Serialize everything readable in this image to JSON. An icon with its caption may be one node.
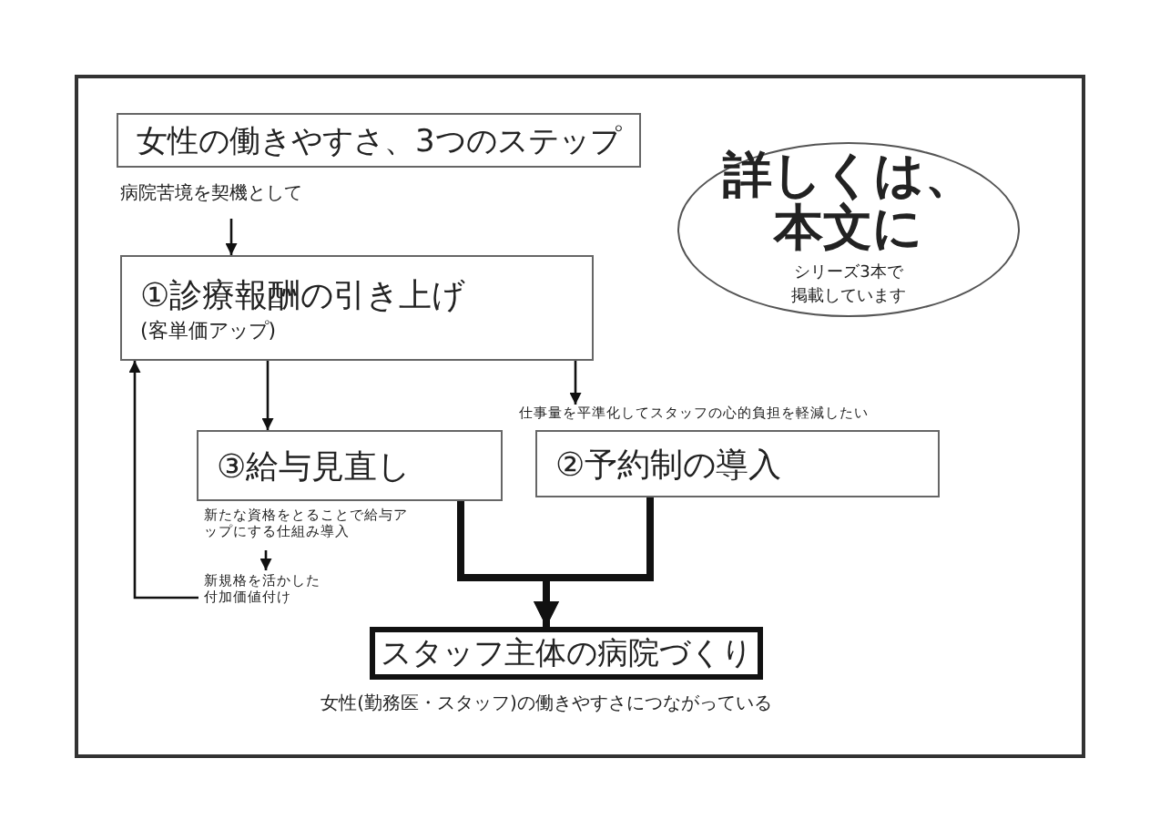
{
  "diagram": {
    "nodes": [
      {
        "text": [
          "女性の働きやすさ、3つのステップ"
        ]
      },
      {
        "text": [
          "病院苦境を契機として"
        ]
      },
      {
        "text": [
          "①診療報酬の引き上げ",
          "(客単価アップ)"
        ]
      },
      {
        "text": [
          "詳しくは、本文に",
          "シリーズ3本で掲載しています"
        ]
      },
      {
        "text": [
          "仕事量を平準化してスタッフの心的負担を軽減したい"
        ]
      },
      {
        "text": [
          "②予約制の導入"
        ]
      },
      {
        "text": [
          "③給与見直し"
        ]
      },
      {
        "text": [
          "新たな資格をとることで給与アップにする仕組み導入"
        ]
      },
      {
        "text": [
          "新規格を活かした付加価値付け"
        ]
      },
      {
        "text": [
          "スタッフ主体の病院づくり"
        ]
      }
    ],
    "edges": [
      {
        "from": 1,
        "to": 2,
        "arrow": "to"
      },
      {
        "from": 2,
        "to": 4,
        "arrow": "to"
      },
      {
        "from": 2,
        "to": 6,
        "arrow": "to"
      },
      {
        "from": 7,
        "to": 8,
        "arrow": "to"
      },
      {
        "from": 8,
        "to": 2,
        "arrow": "to"
      },
      {
        "from": 6,
        "to": 9,
        "arrow": "to",
        "style": "thick"
      },
      {
        "from": 5,
        "to": 9,
        "arrow": "to",
        "style": "thick"
      }
    ],
    "labels": [
      "女性(勤務医・スタッフ)の働きやすさにつながっている"
    ]
  }
}
